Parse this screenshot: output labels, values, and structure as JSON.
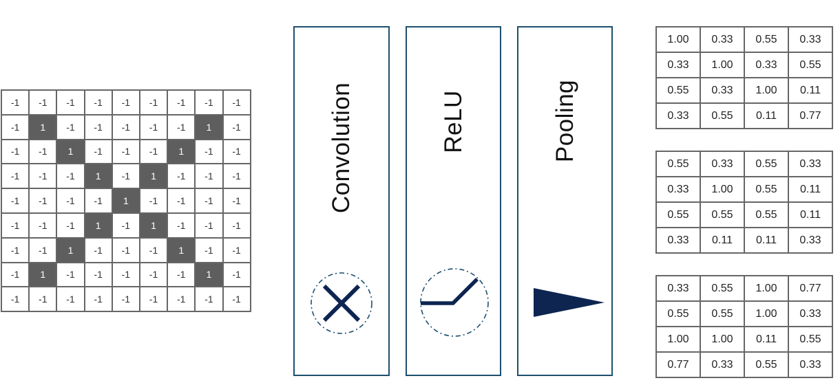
{
  "input_grid": [
    [
      "-1",
      "-1",
      "-1",
      "-1",
      "-1",
      "-1",
      "-1",
      "-1",
      "-1"
    ],
    [
      "-1",
      "1",
      "-1",
      "-1",
      "-1",
      "-1",
      "-1",
      "1",
      "-1"
    ],
    [
      "-1",
      "-1",
      "1",
      "-1",
      "-1",
      "-1",
      "1",
      "-1",
      "-1"
    ],
    [
      "-1",
      "-1",
      "-1",
      "1",
      "-1",
      "1",
      "-1",
      "-1",
      "-1"
    ],
    [
      "-1",
      "-1",
      "-1",
      "-1",
      "1",
      "-1",
      "-1",
      "-1",
      "-1"
    ],
    [
      "-1",
      "-1",
      "-1",
      "1",
      "-1",
      "1",
      "-1",
      "-1",
      "-1"
    ],
    [
      "-1",
      "-1",
      "1",
      "-1",
      "-1",
      "-1",
      "1",
      "-1",
      "-1"
    ],
    [
      "-1",
      "1",
      "-1",
      "-1",
      "-1",
      "-1",
      "-1",
      "1",
      "-1"
    ],
    [
      "-1",
      "-1",
      "-1",
      "-1",
      "-1",
      "-1",
      "-1",
      "-1",
      "-1"
    ]
  ],
  "layers": [
    {
      "label": "Convolution",
      "icon": "convolution-x-icon"
    },
    {
      "label": "ReLU",
      "icon": "relu-curve-icon"
    },
    {
      "label": "Pooling",
      "icon": "pooling-wedge-icon"
    }
  ],
  "colors": {
    "panel_border": "#1c4f6e",
    "icon_navy": "#0d2550",
    "filled_cell": "#5e5e5e",
    "grid_line": "#666666"
  },
  "output_tables": [
    [
      [
        "1.00",
        "0.33",
        "0.55",
        "0.33"
      ],
      [
        "0.33",
        "1.00",
        "0.33",
        "0.55"
      ],
      [
        "0.55",
        "0.33",
        "1.00",
        "0.11"
      ],
      [
        "0.33",
        "0.55",
        "0.11",
        "0.77"
      ]
    ],
    [
      [
        "0.55",
        "0.33",
        "0.55",
        "0.33"
      ],
      [
        "0.33",
        "1.00",
        "0.55",
        "0.11"
      ],
      [
        "0.55",
        "0.55",
        "0.55",
        "0.11"
      ],
      [
        "0.33",
        "0.11",
        "0.11",
        "0.33"
      ]
    ],
    [
      [
        "0.33",
        "0.55",
        "1.00",
        "0.77"
      ],
      [
        "0.55",
        "0.55",
        "1.00",
        "0.33"
      ],
      [
        "1.00",
        "1.00",
        "0.11",
        "0.55"
      ],
      [
        "0.77",
        "0.33",
        "0.55",
        "0.33"
      ]
    ]
  ]
}
